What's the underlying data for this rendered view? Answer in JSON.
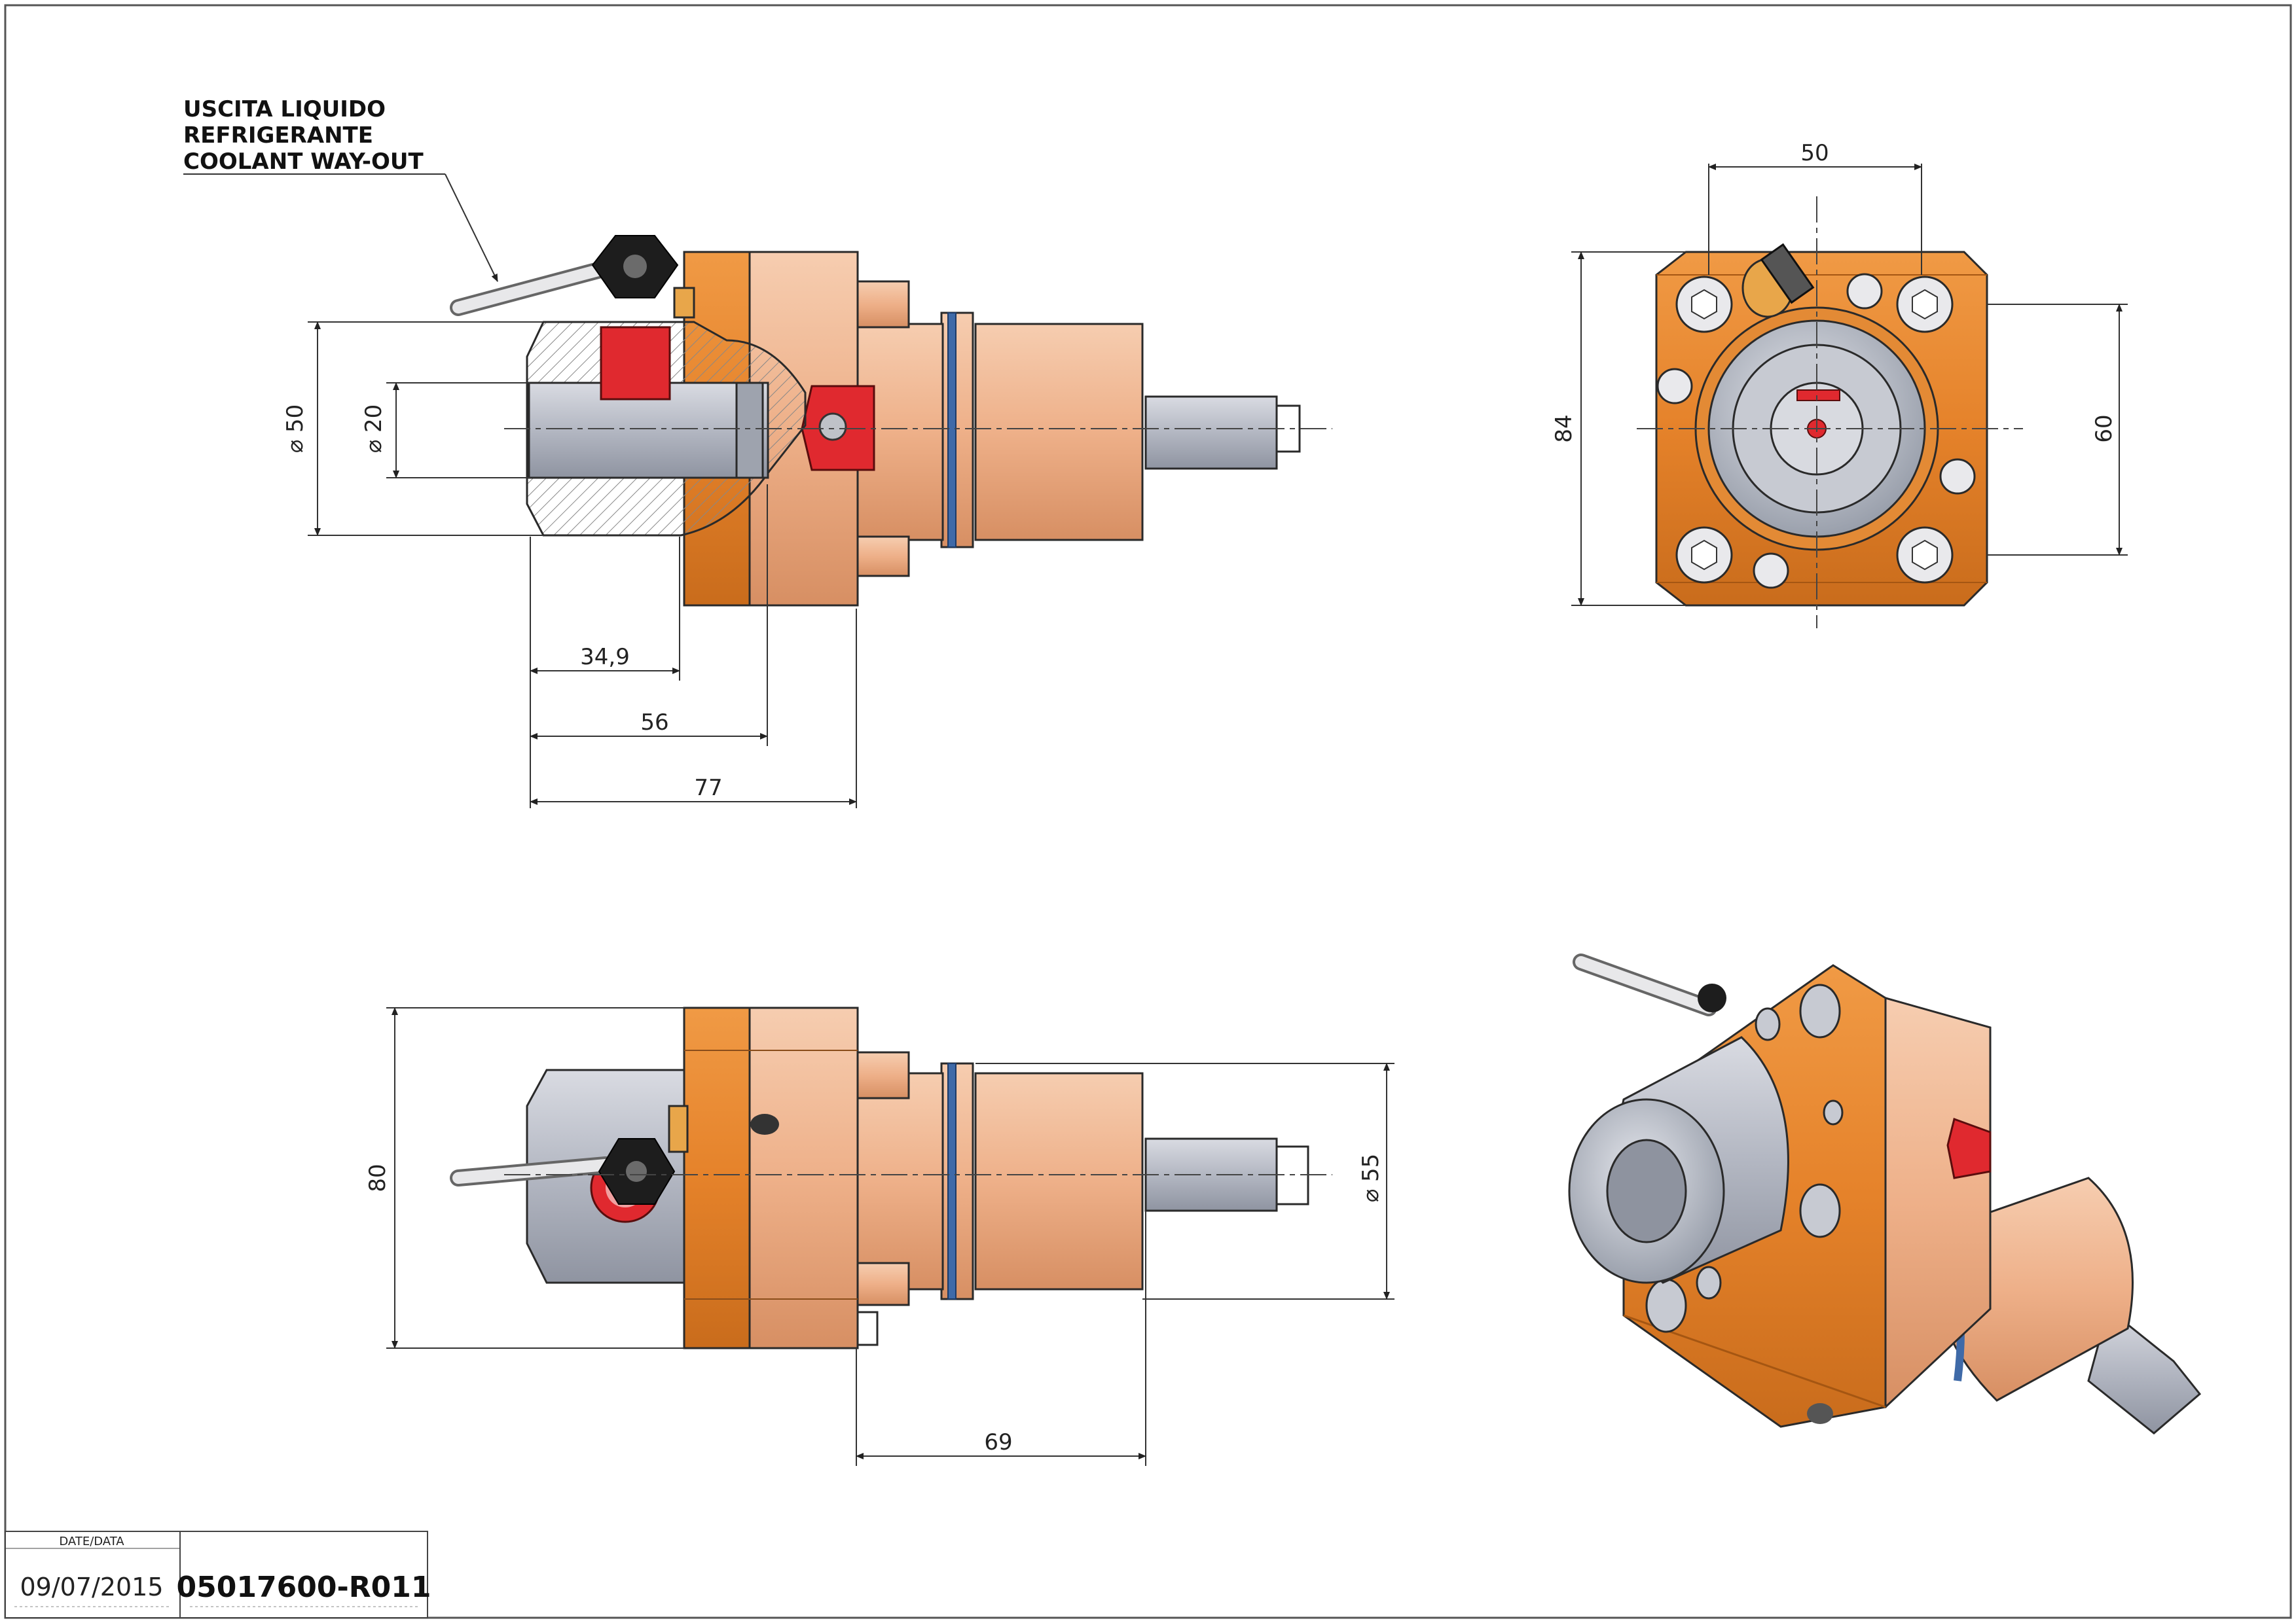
{
  "coolant_label": {
    "line1": "USCITA LIQUIDO",
    "line2": "REFRIGERANTE",
    "line3": "COOLANT WAY-OUT"
  },
  "dimensions": {
    "dia_50": "50",
    "dia_20": "20",
    "len_34_9": "34,9",
    "len_56": "56",
    "len_77": "77",
    "top_50": "50",
    "height_84": "84",
    "height_60": "60",
    "height_80": "80",
    "dia_55": "55",
    "len_69": "69"
  },
  "title_block": {
    "date_label": "DATE/DATA",
    "date": "09/07/2015",
    "code": "05017600-R011"
  },
  "colors": {
    "body_orange": "#e98a2c",
    "body_peach": "#f1b98f",
    "body_salmon": "#eeb089",
    "steel_gray": "#b8bcc6",
    "blue_seal": "#3f6aa8",
    "red_key": "#e0292f",
    "black": "#1a1a1a"
  }
}
